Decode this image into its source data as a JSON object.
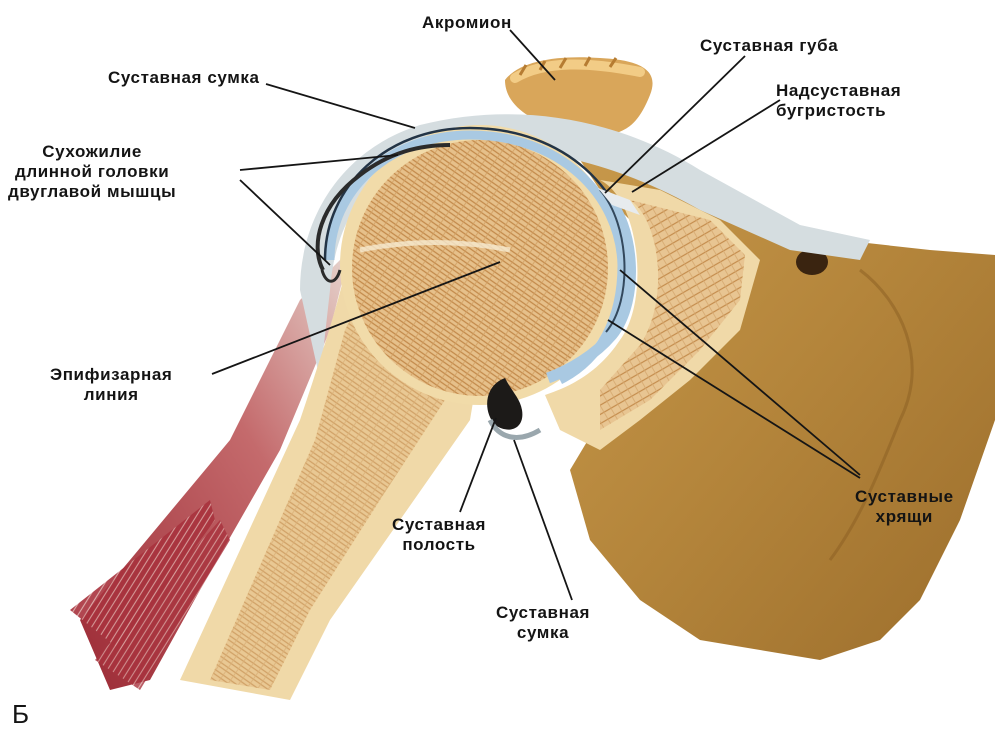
{
  "figure": {
    "title": "",
    "panel_letter": "Б",
    "labels": {
      "acromion": "Акромион",
      "labrum": "Суставная губа",
      "capsule_top": "Суставная сумка",
      "supraglenoid": [
        "Надсуставная",
        "бугристость"
      ],
      "biceps_tendon": [
        "Сухожилие",
        "длинной головки",
        "двуглавой мышцы"
      ],
      "epiphyseal_line": [
        "Эпифизарная",
        "линия"
      ],
      "cartilage": [
        "Суставные",
        "хрящи"
      ],
      "cavity": [
        "Суставная",
        "полость"
      ],
      "capsule_bottom": [
        "Суставная",
        "сумка"
      ]
    },
    "colors": {
      "bone": "#e9c58f",
      "spongy": "#c99457",
      "cartilage": "#a9c9e2",
      "scapula": "#b88a3e",
      "muscle": "#b03a45",
      "capsule": "#cfd8dc"
    }
  }
}
